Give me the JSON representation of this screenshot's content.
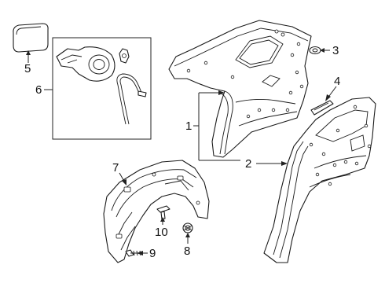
{
  "callouts": {
    "c1": "1",
    "c2": "2",
    "c3": "3",
    "c4": "4",
    "c5": "5",
    "c6": "6",
    "c7": "7",
    "c8": "8",
    "c9": "9",
    "c10": "10"
  },
  "colors": {
    "line": "#222222",
    "background": "#ffffff"
  }
}
